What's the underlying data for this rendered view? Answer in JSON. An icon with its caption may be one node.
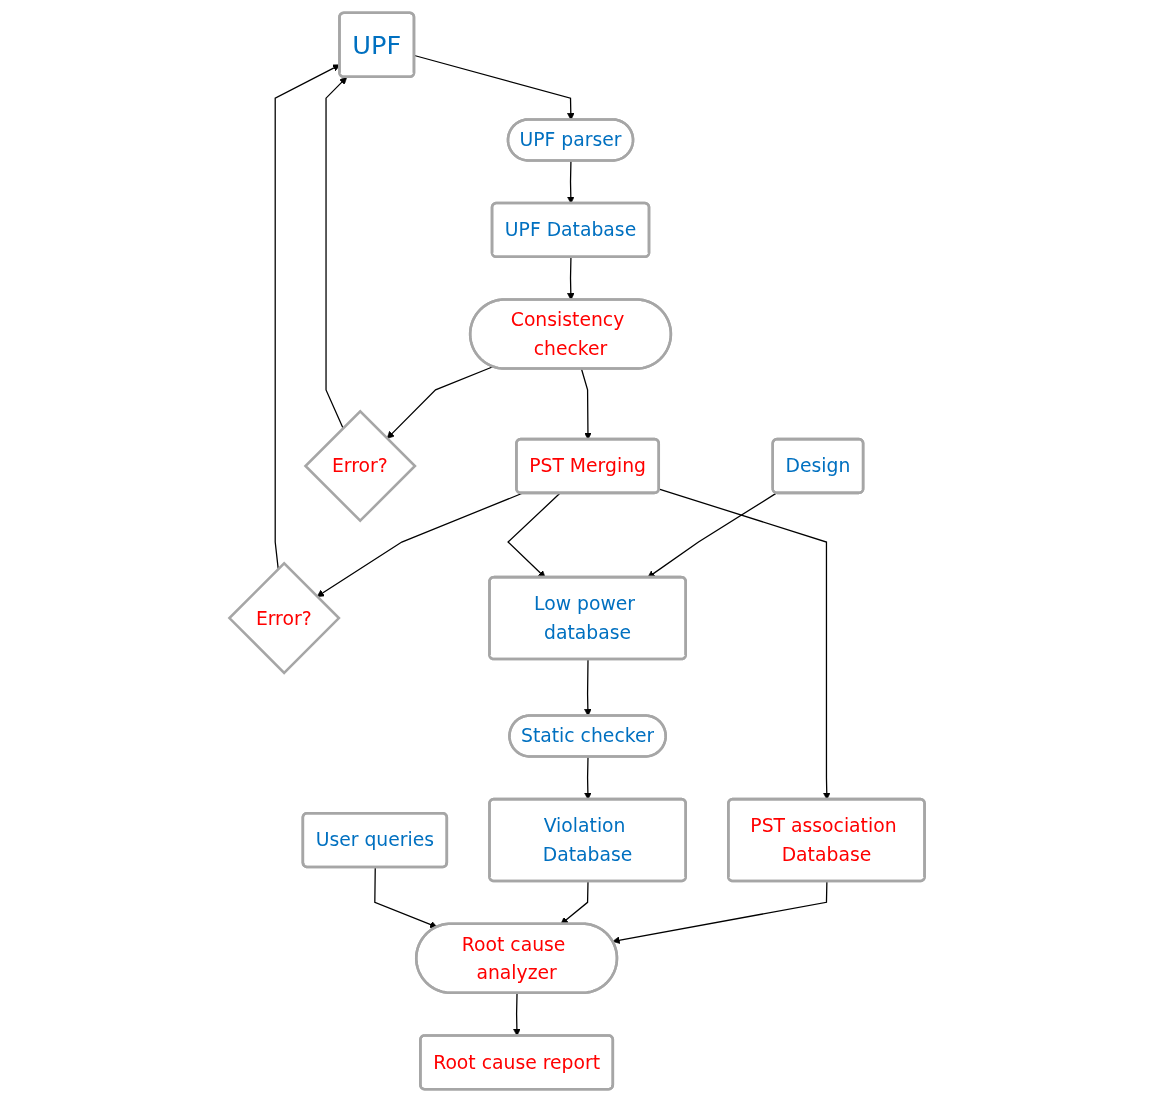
{
  "diagram": {
    "nodes": [
      {
        "text": [
          "Design"
        ]
      },
      {
        "text": [
          "UPF"
        ]
      },
      {
        "text": [
          "UPF parser"
        ]
      },
      {
        "text": [
          "UPF Database"
        ]
      },
      {
        "text": [
          "Consistency checker"
        ]
      },
      {
        "text": [
          "Error?"
        ]
      },
      {
        "text": [
          "PST Merging"
        ]
      },
      {
        "text": [
          "Error?"
        ]
      },
      {
        "text": [
          "Low power database"
        ]
      },
      {
        "text": [
          "PST association Database"
        ]
      },
      {
        "text": [
          "Static checker"
        ]
      },
      {
        "text": [
          "Violation Database"
        ]
      },
      {
        "text": [
          "Root cause analyzer"
        ]
      },
      {
        "text": [
          "User queries"
        ]
      },
      {
        "text": [
          "Root cause report"
        ]
      }
    ],
    "edges": [
      {
        "from": 0,
        "to": 8,
        "arrow": "to"
      },
      {
        "from": 1,
        "to": 2,
        "arrow": "to"
      },
      {
        "from": 2,
        "to": 3,
        "arrow": "to"
      },
      {
        "from": 3,
        "to": 4,
        "arrow": "to"
      },
      {
        "from": 4,
        "to": 5,
        "arrow": "to"
      },
      {
        "from": 5,
        "to": 1,
        "arrow": "to"
      },
      {
        "from": 7,
        "to": 1,
        "arrow": "to"
      },
      {
        "from": 4,
        "to": 6,
        "arrow": "to"
      },
      {
        "from": 6,
        "to": 7,
        "arrow": "to"
      },
      {
        "from": 6,
        "to": 8,
        "arrow": "to"
      },
      {
        "from": 6,
        "to": 9,
        "arrow": "to"
      },
      {
        "from": 8,
        "to": 10,
        "arrow": "to"
      },
      {
        "from": 10,
        "to": 11,
        "arrow": "to"
      },
      {
        "from": 9,
        "to": 12,
        "arrow": "to"
      },
      {
        "from": 11,
        "to": 12,
        "arrow": "to"
      },
      {
        "from": 13,
        "to": 12,
        "arrow": "to"
      },
      {
        "from": 12,
        "to": 14,
        "arrow": "to"
      }
    ]
  }
}
